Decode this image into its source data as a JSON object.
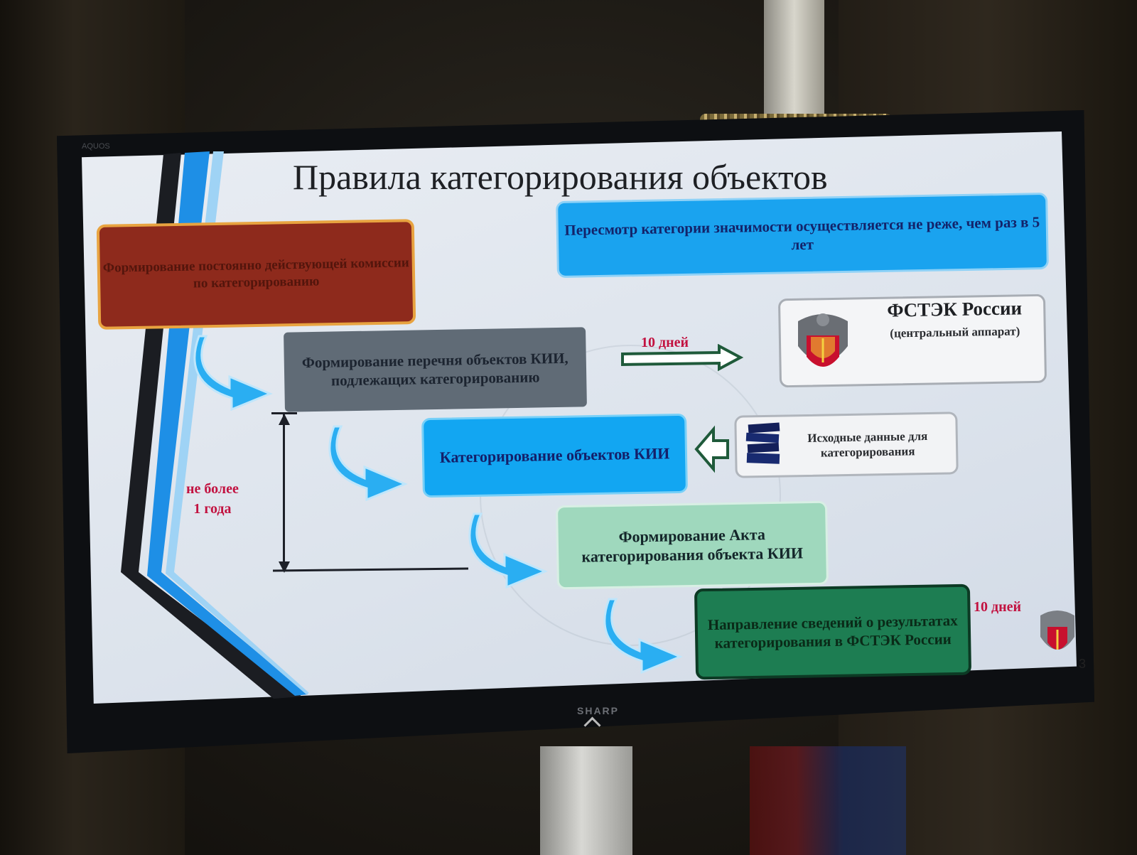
{
  "slide": {
    "title": "Правила категорирования объектов",
    "page_number": "3"
  },
  "boxes": {
    "komissiya": "Формирование постоянно действующей комиссии по категорированию",
    "peresmotr": "Пересмотр категории значимости осуществляется не реже, чем раз в 5 лет",
    "perechen": "Формирование перечня объектов КИИ, подлежащих категорированию",
    "fstek_name": "ФСТЭК России",
    "fstek_sub": "(центральный аппарат)",
    "kategorirovanie": "Категорирование объектов КИИ",
    "iskhodnye": "Исходные данные для категорирования",
    "akt": "Формирование Акта категорирования объекта КИИ",
    "napravlenie": "Направление сведений о результатах категорирования в ФСТЭК России"
  },
  "labels": {
    "days_top": "10 дней",
    "days_bottom": "10 дней",
    "limit_line1": "не более",
    "limit_line2": "1 года"
  },
  "tv": {
    "brand": "SHARP",
    "model": "AQUOS"
  },
  "colors": {
    "box_komissiya": "#8e2a1c",
    "box_peresmotr": "#1aa3ef",
    "box_perechen": "#606b76",
    "box_kategorirovanie": "#12a6f2",
    "box_akt": "#9fd8bd",
    "box_napravlenie": "#1d7d52",
    "accent_red": "#c21240",
    "arrow_blue": "#2aaef2"
  }
}
